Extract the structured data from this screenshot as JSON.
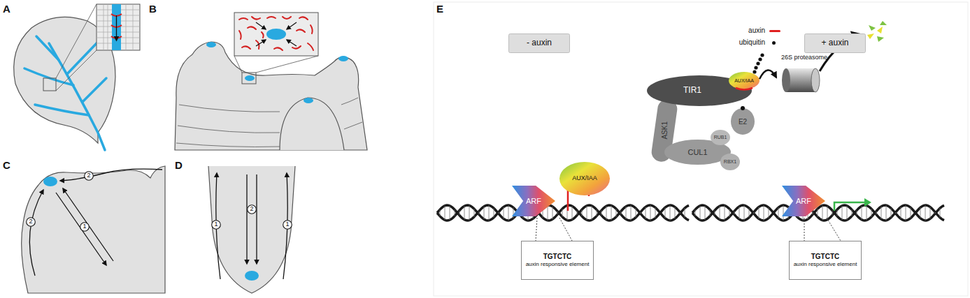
{
  "diagram": {
    "nodes": [
      {
        "text": [
          "2"
        ]
      },
      {
        "text": [
          "2"
        ]
      },
      {
        "text": [
          "1"
        ]
      },
      {
        "text": [
          "2"
        ]
      },
      {
        "text": [
          "1"
        ]
      },
      {
        "text": [
          "1"
        ]
      },
      {
        "text": [
          "- auxin"
        ]
      },
      {
        "text": [
          "+ auxin"
        ]
      },
      {
        "text": [
          "26S proteasome"
        ]
      },
      {
        "text": [
          "AUX/IAA"
        ]
      },
      {
        "text": [
          "TIR1"
        ]
      },
      {
        "text": [
          "E2"
        ]
      },
      {
        "text": [
          "RUB1"
        ]
      },
      {
        "text": [
          "ASK1"
        ]
      },
      {
        "text": [
          "CUL1"
        ]
      },
      {
        "text": [
          "RBX1"
        ]
      },
      {
        "text": [
          "AUX/IAA"
        ]
      },
      {
        "text": [
          "ARF"
        ]
      },
      {
        "text": [
          "ARF"
        ]
      },
      {
        "text": [
          "TGTCTC",
          "auxin responsive element"
        ]
      },
      {
        "text": [
          "TGTCTC",
          "auxin responsive element"
        ]
      }
    ],
    "edges": [
      {
        "from": 9,
        "to": 8,
        "arrow": "to"
      }
    ],
    "labels": [
      "A",
      "B",
      "C",
      "D",
      "E"
    ],
    "legend": [
      {
        "text": "auxin"
      },
      {
        "text": "ubiquitin"
      }
    ]
  }
}
